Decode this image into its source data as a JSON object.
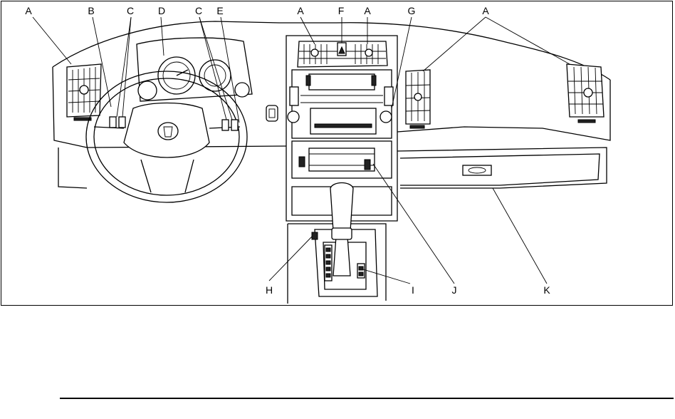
{
  "callouts": {
    "A1": "A",
    "B": "B",
    "C1": "C",
    "D": "D",
    "C2": "C",
    "E": "E",
    "A2": "A",
    "F": "F",
    "A3": "A",
    "G": "G",
    "A4": "A",
    "H": "H",
    "I": "I",
    "J": "J",
    "K": "K"
  },
  "colors": {
    "ink": "#000000",
    "paper": "#ffffff"
  }
}
